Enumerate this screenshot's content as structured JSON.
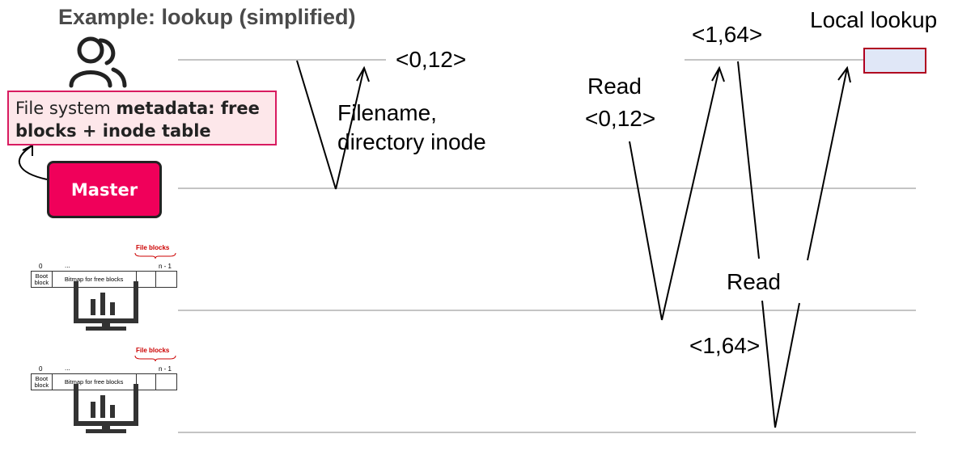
{
  "title": "Example: lookup (simplified)",
  "metadata_box": {
    "line1_plain": "File system ",
    "line1_bold": "metadata: free",
    "line2_bold": "blocks + inode table"
  },
  "master_label": "Master",
  "labels": {
    "msg1": "<0,12>",
    "filename": "Filename,",
    "directory_inode": "directory inode",
    "read1_a": "Read",
    "read1_b": "<0,12>",
    "msg2": "<1,64>",
    "local_lookup": "Local lookup",
    "read2": "Read",
    "msg3": "<1,64>"
  },
  "disks": [
    {
      "file_blocks": "File blocks",
      "index_start": "0",
      "ellipsis": "...",
      "index_end": "n - 1",
      "boot": "Boot block",
      "bitmap": "Bitmap for free blocks"
    },
    {
      "file_blocks": "File blocks",
      "index_start": "0",
      "ellipsis": "...",
      "index_end": "n - 1",
      "boot": "Boot block",
      "bitmap": "Bitmap for free blocks"
    }
  ],
  "colors": {
    "master_fill": "#f0005a",
    "metadata_fill": "#fde7ea",
    "metadata_border": "#d81b60",
    "lookup_fill": "#e0e7f7",
    "lookup_border": "#b00020",
    "timeline": "#b0b0b0"
  },
  "icons": [
    "user-group-icon",
    "monitor-icon",
    "monitor-icon"
  ]
}
